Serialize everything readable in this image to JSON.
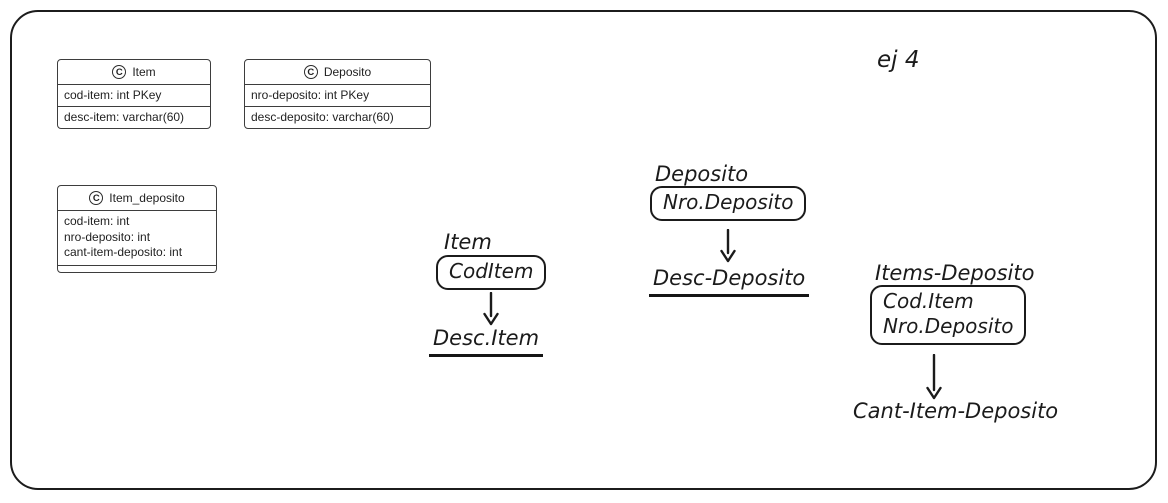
{
  "canvas": {
    "note_label": "ej 4",
    "background": "#ffffff",
    "ink_color": "#1b1b1b",
    "uml_border_color": "#3d3d3d"
  },
  "uml_classes": [
    {
      "icon": "C",
      "title": "Item",
      "attributes": [
        "cod-item: int PKey",
        "desc-item: varchar(60)"
      ]
    },
    {
      "icon": "C",
      "title": "Deposito",
      "attributes": [
        "nro-deposito: int PKey",
        "desc-deposito: varchar(60)"
      ]
    },
    {
      "icon": "C",
      "title": "Item_deposito",
      "attributes": [
        "cod-item: int",
        "nro-deposito: int",
        "cant-item-deposito: int"
      ]
    }
  ],
  "functional_dependencies": [
    {
      "title": "Item",
      "determinant": [
        "CodItem"
      ],
      "dependent": "Desc.Item",
      "dependent_underlined": true
    },
    {
      "title": "Deposito",
      "determinant": [
        "Nro.Deposito"
      ],
      "dependent": "Desc-Deposito",
      "dependent_underlined": true
    },
    {
      "title": "Items-Deposito",
      "determinant": [
        "Cod.Item",
        "Nro.Deposito"
      ],
      "dependent": "Cant-Item-Deposito",
      "dependent_underlined": false
    }
  ]
}
